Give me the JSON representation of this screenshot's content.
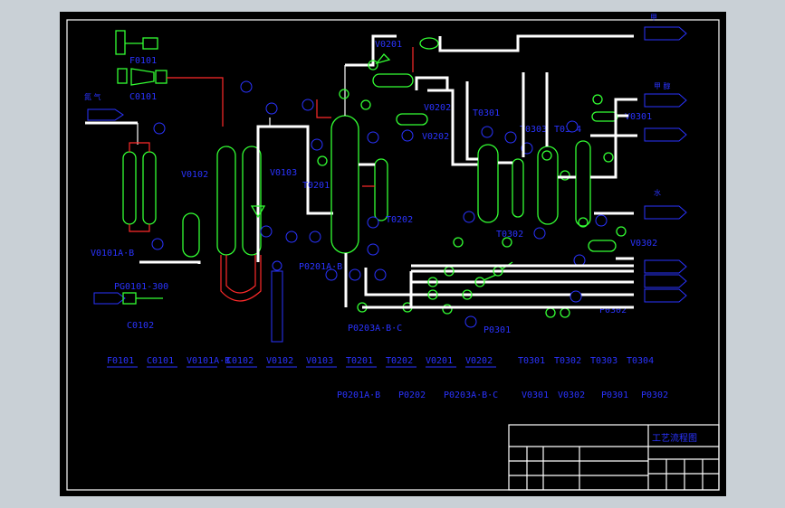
{
  "equipment_labels": {
    "F0101": "F0101",
    "C0101": "C0101",
    "V0101AB": "V0101A·B",
    "V0102": "V0102",
    "V0103": "V0103",
    "T0201": "T0201",
    "V0201": "V0201",
    "V0202": "V0202",
    "T0202": "T0202",
    "T0301": "T0301",
    "T0303": "T0303",
    "T0304": "T0304",
    "T0302": "T0302",
    "V0301": "V0301",
    "V0302": "V0302",
    "P0201AB": "P0201A·B",
    "P0203ABC": "P0203A·B·C",
    "P0301": "P0301",
    "P0302": "P0302",
    "C0102": "C0102",
    "PG0101": "PG0101-300"
  },
  "side_labels": {
    "left_feed": "氮 气",
    "right_top": "甲",
    "right_2": "甲 醇",
    "right_3": "水"
  },
  "legend": {
    "row1": [
      "F0101",
      "C0101",
      "V0101A·B",
      "C0102",
      "V0102",
      "V0103",
      "T0201",
      "T0202",
      "V0201",
      "V0202",
      "T0301",
      "T0302",
      "T0303",
      "T0304"
    ],
    "row2": [
      "P0201A·B",
      "P0202",
      "P0203A·B·C",
      "V0301",
      "V0302",
      "P0301",
      "P0302"
    ]
  },
  "title_block": {
    "title": "工艺流程图"
  },
  "colors": {
    "background": "#000000",
    "frame_bg": "#c9d0d6",
    "pipe": "#ffffff",
    "vessel": "#33ff33",
    "annotation": "#2a33ff",
    "signal": "#ff2a2a"
  }
}
